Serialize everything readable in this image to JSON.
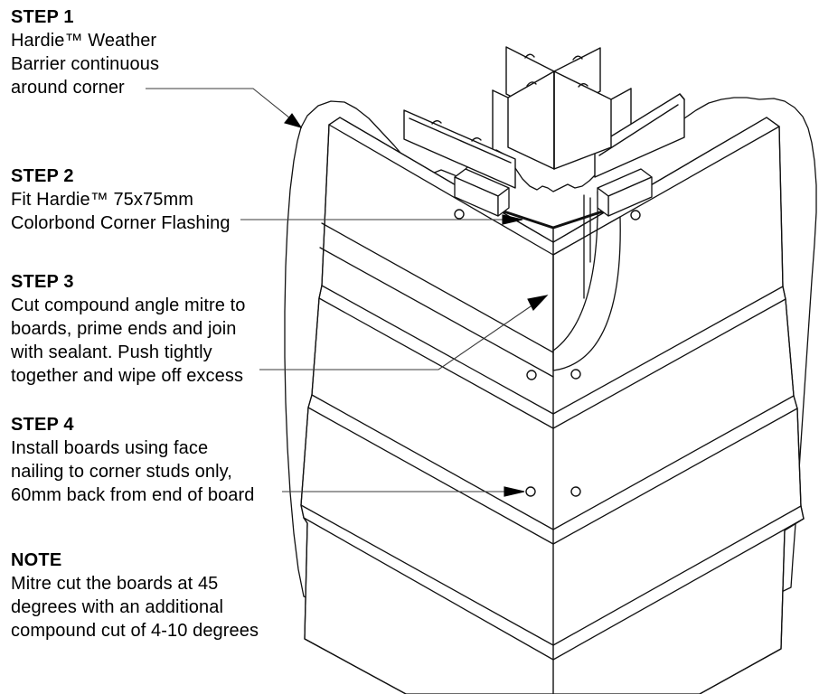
{
  "annotations": {
    "step1": {
      "title": "STEP 1",
      "body": "Hardie™ Weather\nBarrier continuous\naround corner"
    },
    "step2": {
      "title": "STEP 2",
      "body": "Fit Hardie™ 75x75mm\nColorbond Corner Flashing"
    },
    "step3": {
      "title": "STEP 3",
      "body": "Cut compound angle mitre to\nboards, prime ends and join\nwith sealant. Push tightly\ntogether and wipe off excess"
    },
    "step4": {
      "title": "STEP 4",
      "body": "Install boards using face\nnailing to corner studs only,\n60mm back from end of board"
    },
    "note": {
      "title": "NOTE",
      "body": "Mitre cut the boards at 45\ndegrees with an additional\ncompound cut of 4-10 degrees"
    }
  },
  "diagram": {
    "line_color": "#111111",
    "leader_color": "#3a3a3a",
    "background": "#ffffff",
    "nail_hole_count": 6,
    "parts": [
      "steel-corner-studs",
      "weather-barrier",
      "corner-flashing",
      "weatherboard-courses",
      "packer-blocks",
      "nail-holes"
    ]
  }
}
